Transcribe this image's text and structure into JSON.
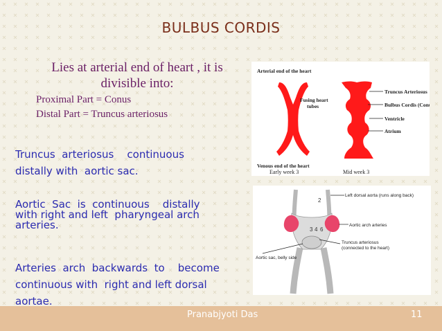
{
  "title": "BULBUS CORDIS",
  "lead": {
    "line1": "Lies at arterial end of heart , it is",
    "line2": "divisible into:"
  },
  "parts": [
    "Proximal Part = Conus",
    "Distal Part = Truncus  arteriosus"
  ],
  "paragraphs": [
    [
      "Truncus  arteriosus    continuous",
      "distally with  aortic sac."
    ],
    [
      "Aortic  Sac  is  continuous    distally",
      "with right and left  pharyngeal arch",
      "arteries."
    ],
    [
      "Arteries  arch  backwards  to    become",
      "continuous with  right and left dorsal",
      "aortae."
    ]
  ],
  "figure1": {
    "top_label": "Arterial  end  of the heart",
    "bottom_label": "Venous  end of the heart",
    "left_caption": "Early week 3",
    "right_caption": "Mid week 3",
    "fusing": [
      "Fusing heart",
      "tubes"
    ],
    "labels": [
      "Truncus Arteriosus",
      "Bulbus Cordis (Conus)",
      "Ventricle",
      "Atrium"
    ]
  },
  "figure2": {
    "labels": [
      "Left dorsal aorta (runs along back)",
      "Aortic arch arteries",
      "Truncus arteriosus",
      "(connected to the heart)",
      "Aortic sac, belly side"
    ],
    "numbers": [
      "2",
      "3",
      "4",
      "6"
    ]
  },
  "footer": {
    "author": "Pranabjyoti Das",
    "page": "11"
  },
  "colors": {
    "title": "#7a2e1a",
    "lead": "#6a1f66",
    "body": "#2b2bb0",
    "heart": "#ff1a1a",
    "footer_bar": "#e5c09a"
  }
}
